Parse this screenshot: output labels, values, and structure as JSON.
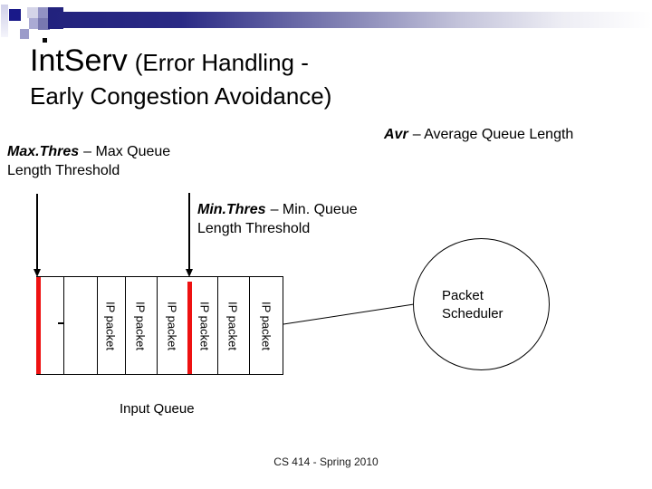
{
  "slide": {
    "title": {
      "main": "IntServ",
      "paren": "(Error Handling -",
      "line2": "Early Congestion Avoidance)"
    },
    "footer": "CS 414 - Spring 2010"
  },
  "annotations": {
    "avr": {
      "term": "Avr",
      "definition": "– Average Queue Length"
    },
    "max_thres": {
      "term": "Max.Thres",
      "definition": "– Max Queue",
      "definition_line2": "Length Threshold"
    },
    "min_thres": {
      "term": "Min.Thres",
      "definition": "– Min. Queue",
      "definition_line2": "Length Threshold"
    }
  },
  "diagram": {
    "input_queue_label": "Input Queue",
    "packet_scheduler": {
      "line1": "Packet",
      "line2": "Scheduler"
    },
    "queue_cells": [
      {
        "label": "IP packet"
      },
      {
        "label": "IP packet"
      },
      {
        "label": "IP packet"
      },
      {
        "label": "IP packet"
      },
      {
        "label": "IP packet"
      },
      {
        "label": "IP packet"
      }
    ],
    "colors": {
      "threshold_bar_red": "#ee1111",
      "accent_navy": "#22227d"
    }
  }
}
